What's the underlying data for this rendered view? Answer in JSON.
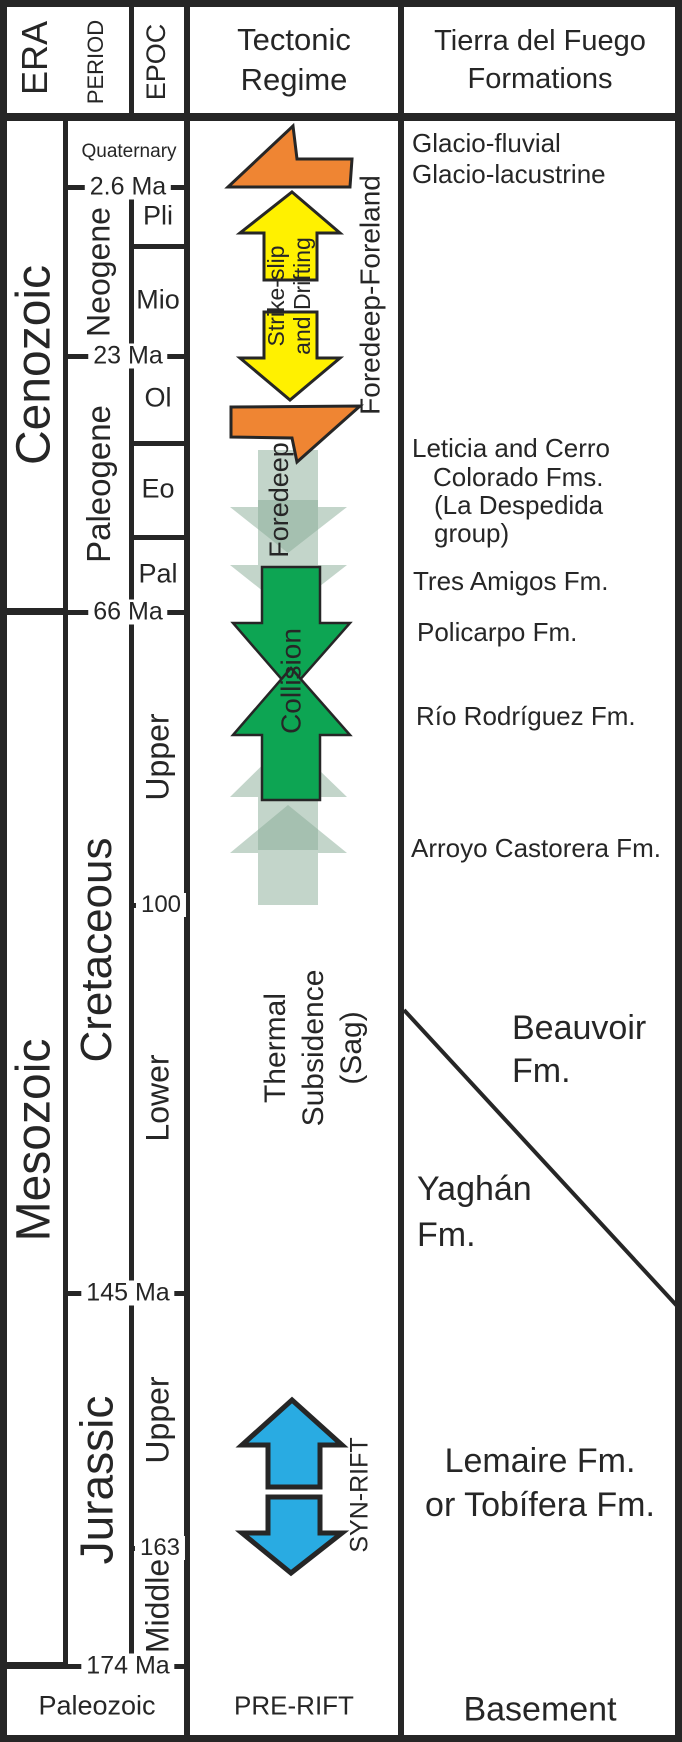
{
  "header": {
    "era": "ERA",
    "period": "PERIOD",
    "epoch": "EPOC",
    "tectonic_regime": "Tectonic\nRegime",
    "formations": "Tierra del Fuego\nFormations"
  },
  "eras": {
    "cenozoic": "Cenozoic",
    "mesozoic": "Mesozoic",
    "paleozoic": "Paleozoic"
  },
  "periods": {
    "quaternary": "Quaternary",
    "neogene": "Neogene",
    "paleogene": "Paleogene",
    "cretaceous": "Cretaceous",
    "jurassic": "Jurassic"
  },
  "epochs": {
    "pli": "Pli",
    "mio": "Mio",
    "ol": "Ol",
    "eo": "Eo",
    "pal": "Pal",
    "upper_cretaceous": "Upper",
    "lower_cretaceous": "Lower",
    "upper_jurassic": "Upper",
    "middle_jurassic": "Middle"
  },
  "ages": {
    "ma_2_6": "2.6 Ma",
    "ma_23": "23 Ma",
    "ma_66": "66 Ma",
    "ma_100": "100",
    "ma_145": "145 Ma",
    "ma_163": "163",
    "ma_174": "174 Ma"
  },
  "tectonic": {
    "strike_slip": "Strike-slip\nand Drifting",
    "foredeep_foreland": "Foredeep-Foreland",
    "foredeep": "Foredeep",
    "collision": "Collision",
    "thermal": "Thermal\nSubsidence\n(Sag)",
    "syn_rift": "SYN-RIFT",
    "pre_rift": "PRE-RIFT"
  },
  "formations": {
    "glacio": "Glacio-fluvial\nGlacio-lacustrine",
    "leticia_l1": "Leticia and Cerro",
    "leticia_l2": "Colorado Fms.",
    "leticia_l3": "(La Despedida",
    "leticia_l4": "group)",
    "tres_amigos": "Tres Amigos Fm.",
    "policarpo": "Policarpo Fm.",
    "rio_rodriguez": "Río Rodríguez Fm.",
    "arroyo": "Arroyo Castorera Fm.",
    "beauvoir": "Beauvoir\nFm.",
    "yaghan": "Yaghán\nFm.",
    "lemaire": "Lemaire Fm.\nor Tobífera Fm.",
    "basement": "Basement"
  },
  "colors": {
    "orange": "#EF8533",
    "yellow": "#FFF100",
    "green": "#0DA553",
    "sage": "#88AC95",
    "blue": "#29ABE2",
    "line": "#262626"
  }
}
